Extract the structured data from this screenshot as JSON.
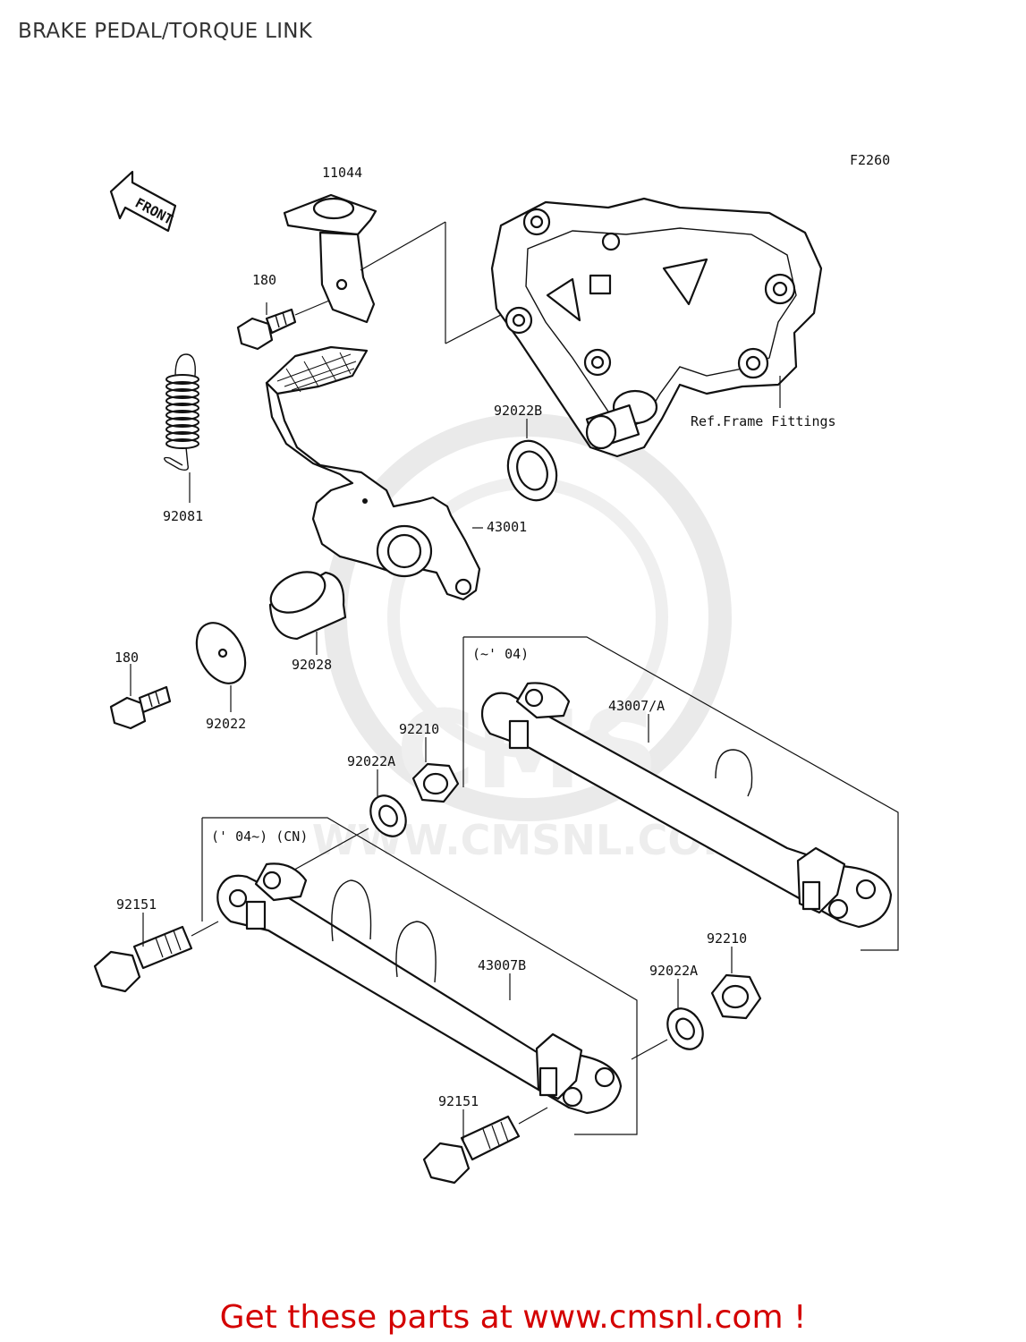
{
  "title": "BRAKE PEDAL/TORQUE LINK",
  "figure_code": "F2260",
  "direction_label": "FRONT",
  "watermark": "WWW.CMSNL.COM",
  "reference_note": "Ref.Frame Fittings",
  "groups": {
    "upper_link": "(~' 04)",
    "lower_link": "(' 04~)  (CN)"
  },
  "parts": {
    "p11044": "11044",
    "p180_top": "180",
    "p92081": "92081",
    "p92022B": "92022B",
    "p43001": "43001",
    "p92028": "92028",
    "p180_mid": "180",
    "p92022": "92022",
    "p92210_a": "92210",
    "p92022A_a": "92022A",
    "p43007A": "43007/A",
    "p92151_a": "92151",
    "p43007B": "43007B",
    "p92210_b": "92210",
    "p92022A_b": "92022A",
    "p92151_b": "92151"
  },
  "footer": "Get these parts at www.cmsnl.com !",
  "colors": {
    "footer": "#d40000",
    "lines": "#111111",
    "watermark": "#dcdcdc"
  }
}
